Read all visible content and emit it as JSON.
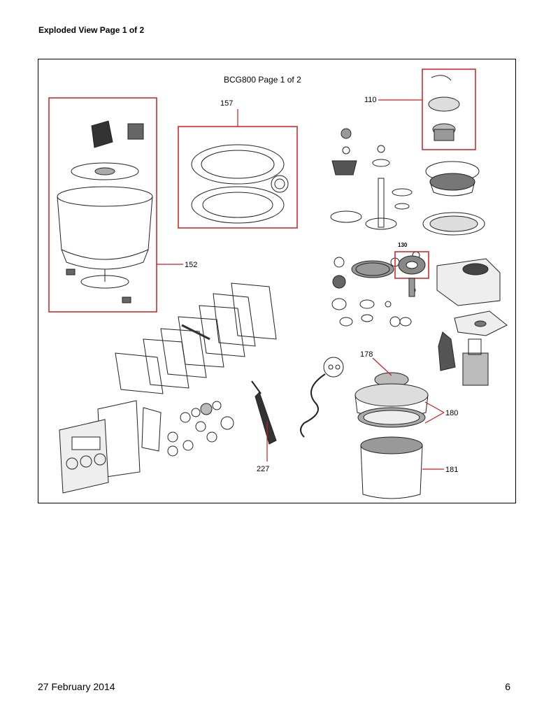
{
  "page": {
    "heading": "Exploded View Page 1 of 2",
    "footer_date": "27 February 2014",
    "page_number": "6"
  },
  "diagram": {
    "title": "BCG800 Page 1 of 2",
    "callouts": {
      "c110": "110",
      "c157": "157",
      "c152": "152",
      "c130": "130",
      "c178": "178",
      "c180": "180",
      "c181": "181",
      "c227": "227"
    },
    "colors": {
      "callout_box": "#cc1f1f",
      "line_art": "#222222",
      "shade": "#bdbdbd"
    }
  }
}
